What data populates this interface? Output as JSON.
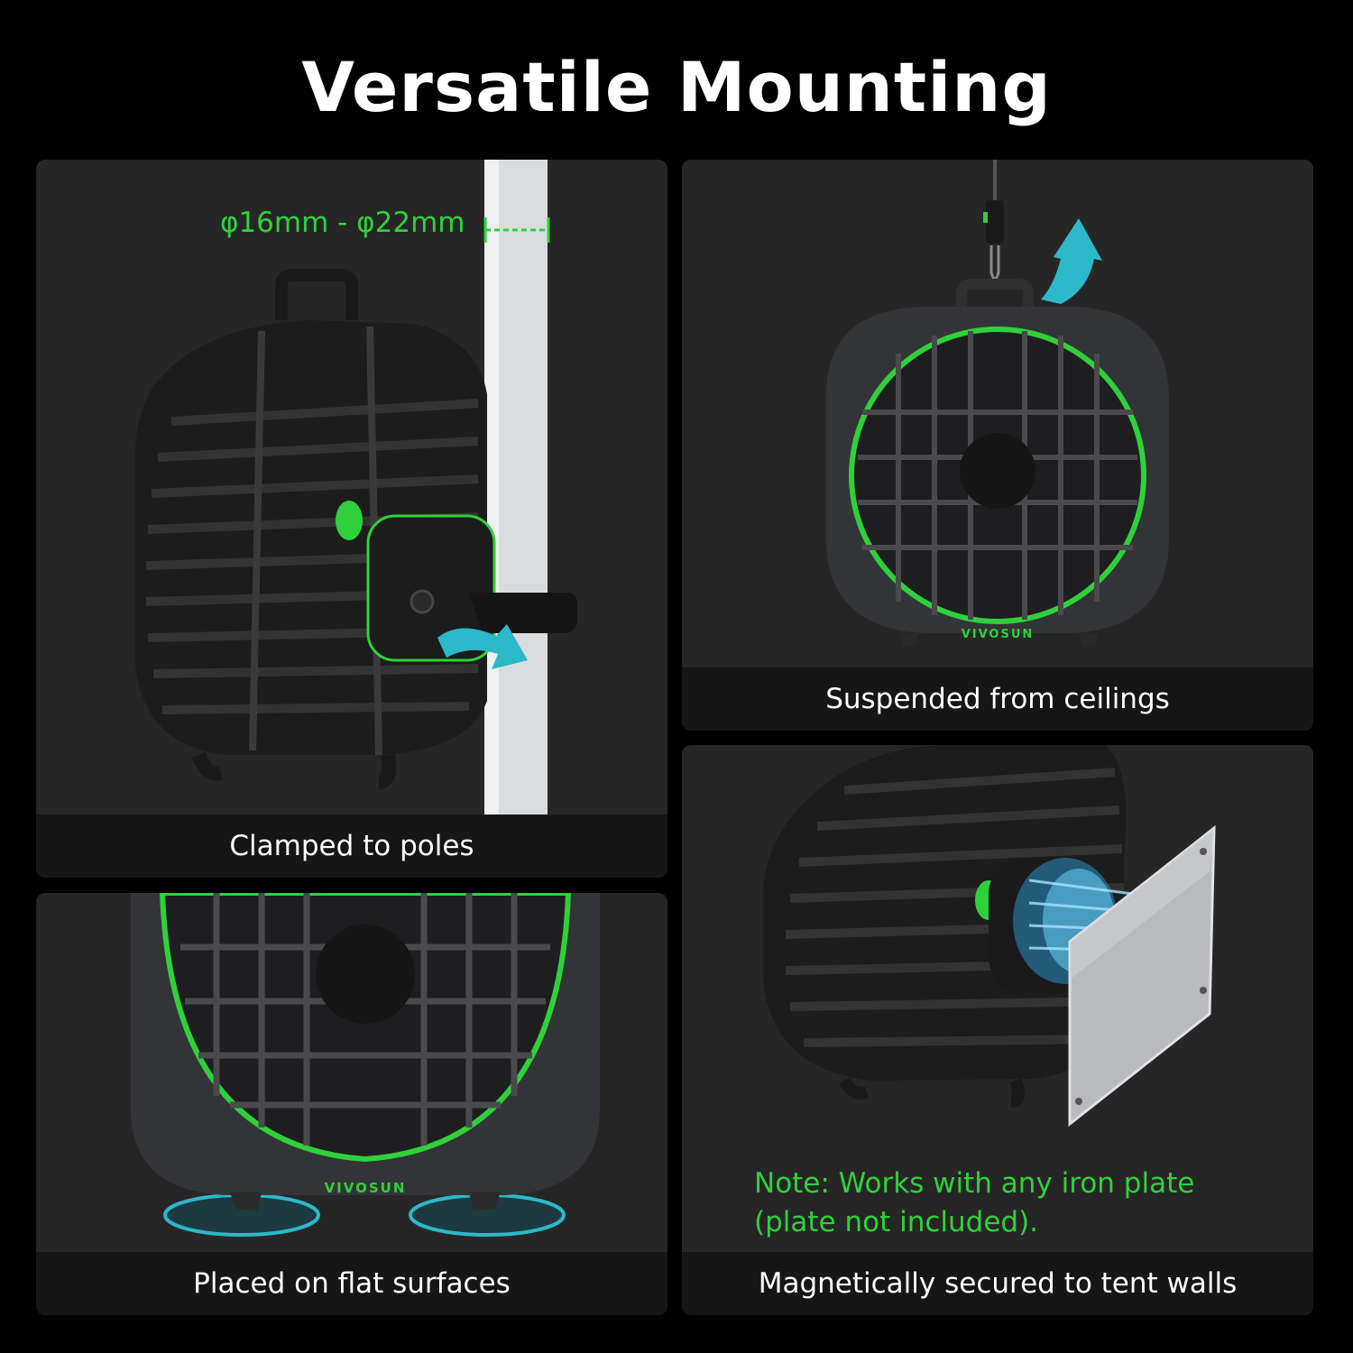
{
  "title": "Versatile Mounting",
  "colors": {
    "accent_green": "#2fd13a",
    "panel_bg": "#262626",
    "caption_bg": "#161616",
    "page_bg": "#000000",
    "arrow_teal": "#2bb9c9"
  },
  "panels": {
    "pole": {
      "caption": "Clamped to poles",
      "dimension_label": "φ16mm - φ22mm"
    },
    "ceiling": {
      "caption": "Suspended from ceilings",
      "brand": "VIVOSUN"
    },
    "flat": {
      "caption": "Placed on flat surfaces",
      "brand": "VIVOSUN"
    },
    "magnet": {
      "caption": "Magnetically secured to tent walls",
      "note_line1": "Note: Works with any iron plate",
      "note_line2": "(plate not included)."
    }
  }
}
